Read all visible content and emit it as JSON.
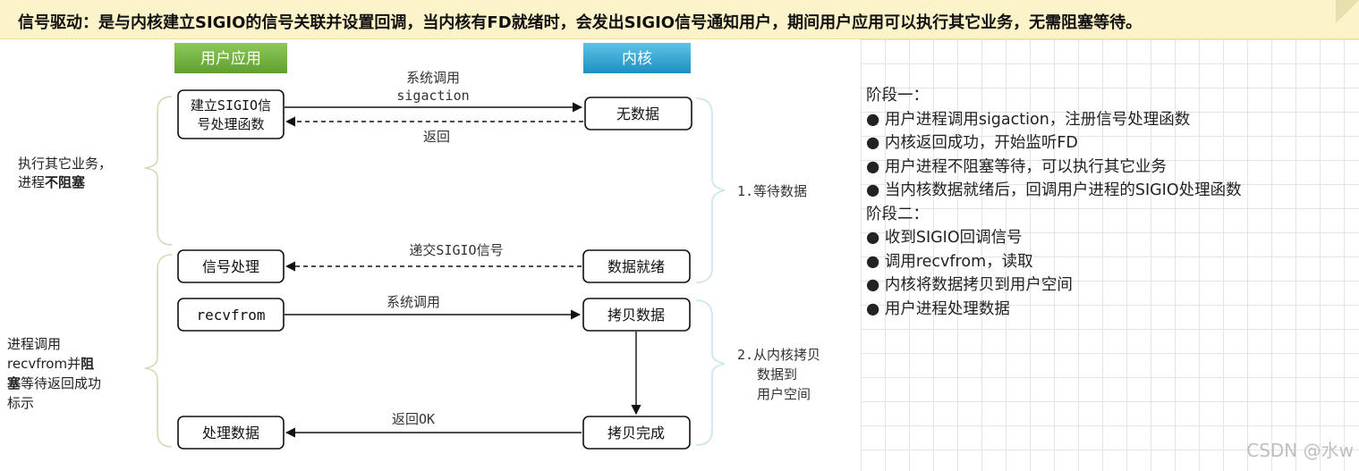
{
  "banner": {
    "text": "信号驱动：是与内核建立SIGIO的信号关联并设置回调，当内核有FD就绪时，会发出SIGIO信号通知用户，期间用户应用可以执行其它业务，无需阻塞等待。"
  },
  "diagram": {
    "headers": {
      "user": "用户应用",
      "kernel": "内核"
    },
    "user_boxes": {
      "setup_line1": "建立SIGIO信",
      "setup_line2": "号处理函数",
      "signal_handle": "信号处理",
      "recvfrom": "recvfrom",
      "process": "处理数据"
    },
    "kernel_boxes": {
      "no_data": "无数据",
      "data_ready": "数据就绪",
      "copy": "拷贝数据",
      "copy_done": "拷贝完成"
    },
    "arrows": {
      "syscall_1": "系统调用",
      "sigaction": "sigaction",
      "return_1": "返回",
      "deliver": "递交SIGIO信号",
      "syscall_2": "系统调用",
      "return_ok": "返回OK"
    },
    "left_notes": {
      "phase1_line1": "执行其它业务，",
      "phase1_line2_a": "进程",
      "phase1_line2_b": "不阻塞",
      "phase2_line1": "进程调用",
      "phase2_line2_a": "recvfrom并",
      "phase2_line2_b": "阻",
      "phase2_line3_a": "塞",
      "phase2_line3_b": "等待返回成功",
      "phase2_line4": "标示"
    },
    "right_notes": {
      "stage1": "1.等待数据",
      "stage2_line1": "2.从内核拷贝",
      "stage2_line2": "数据到",
      "stage2_line3": "用户空间"
    }
  },
  "notes": {
    "phase1_title": "阶段一：",
    "phase1_items": [
      "● 用户进程调用sigaction，注册信号处理函数",
      "● 内核返回成功，开始监听FD",
      "● 用户进程不阻塞等待，可以执行其它业务",
      "● 当内核数据就绪后，回调用户进程的SIGIO处理函数"
    ],
    "phase2_title": "阶段二：",
    "phase2_items": [
      "● 收到SIGIO回调信号",
      "● 调用recvfrom，读取",
      "● 内核将数据拷贝到用户空间",
      "● 用户进程处理数据"
    ]
  },
  "watermark": "CSDN @水w",
  "colors": {
    "user_header": "#6fb33a",
    "kernel_header": "#2ea6d6",
    "bracket": "#cfdcb8",
    "right_bracket": "#c9e4ee",
    "banner_bg": "#fdf3c8"
  }
}
